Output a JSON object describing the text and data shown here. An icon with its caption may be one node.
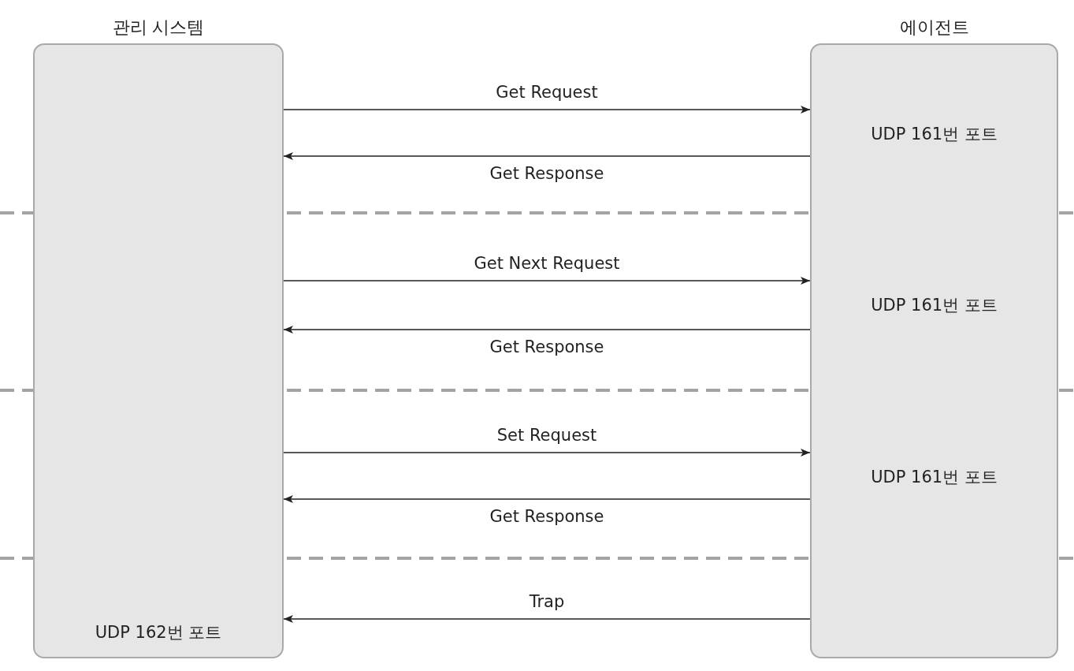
{
  "diagram": {
    "nodes": [
      {
        "text": [
          "관리 시스템",
          "UDP 162번 포트"
        ]
      },
      {
        "text": [
          "에이전트",
          "UDP 161번 포트",
          "UDP 161번 포트",
          "UDP 161번 포트"
        ]
      }
    ],
    "edges": [
      {
        "from": 0,
        "to": 1,
        "arrow": "to",
        "label": "Get Request"
      },
      {
        "from": 1,
        "to": 0,
        "arrow": "to",
        "label": "Get Response"
      },
      {
        "from": 0,
        "to": 1,
        "arrow": "to",
        "label": "Get Next Request"
      },
      {
        "from": 1,
        "to": 0,
        "arrow": "to",
        "label": "Get Response"
      },
      {
        "from": 0,
        "to": 1,
        "arrow": "to",
        "label": "Set Request"
      },
      {
        "from": 1,
        "to": 0,
        "arrow": "to",
        "label": "Get Response"
      },
      {
        "from": 1,
        "to": 0,
        "arrow": "to",
        "label": "Trap"
      }
    ]
  }
}
